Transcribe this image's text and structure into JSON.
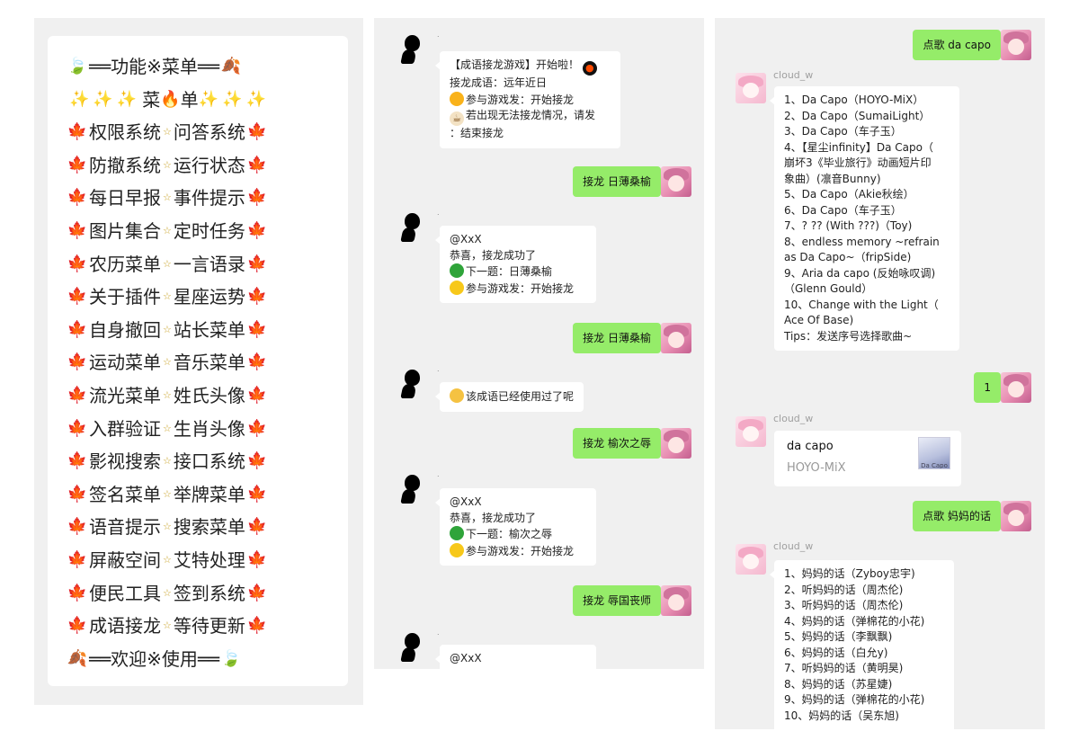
{
  "menu": {
    "header": "══功能※菜单══",
    "subheader": "菜",
    "subheader2": "单",
    "footer": "══欢迎※使用══",
    "rows": [
      {
        "a": "权限系统",
        "b": "问答系统"
      },
      {
        "a": "防撤系统",
        "b": "运行状态"
      },
      {
        "a": "每日早报",
        "b": "事件提示"
      },
      {
        "a": "图片集合",
        "b": "定时任务"
      },
      {
        "a": "农历菜单",
        "b": "一言语录"
      },
      {
        "a": "关于插件",
        "b": "星座运势"
      },
      {
        "a": "自身撤回",
        "b": "站长菜单"
      },
      {
        "a": "运动菜单",
        "b": "音乐菜单"
      },
      {
        "a": "流光菜单",
        "b": "姓氏头像"
      },
      {
        "a": "入群验证",
        "b": "生肖头像"
      },
      {
        "a": "影视搜索",
        "b": "接口系统"
      },
      {
        "a": "签名菜单",
        "b": "举牌菜单"
      },
      {
        "a": "语音提示",
        "b": "搜索菜单"
      },
      {
        "a": "屏蔽空间",
        "b": "艾特处理"
      },
      {
        "a": "便民工具",
        "b": "签到系统"
      },
      {
        "a": "成语接龙",
        "b": "等待更新"
      }
    ],
    "separator": "☆",
    "leaf_icon": "maple-leaf-icon",
    "sparkle_icon": "sparkles-icon",
    "fire_icon": "fire-icon"
  },
  "chat2": {
    "game_start": {
      "title": "【成语接龙游戏】开始啦！",
      "line1": "接龙成语：远年近日",
      "line2": "参与游戏发：开始接龙",
      "line3": "若出现无法接龙情况，请发",
      "line4": "：结束接龙"
    },
    "my1": "接龙 日薄桑榆",
    "reply1": {
      "at": "@XxX",
      "l1": "恭喜，接龙成功了",
      "l2": "下一题：日薄桑榆",
      "l3": "参与游戏发：开始接龙"
    },
    "my2": "接龙 日薄桑榆",
    "reply2": "该成语已经使用过了呢",
    "my3": "接龙 榆次之辱",
    "reply3": {
      "at": "@XxX",
      "l1": "恭喜，接龙成功了",
      "l2": "下一题：榆次之辱",
      "l3": "参与游戏发：开始接龙"
    },
    "my4": "接龙 辱国丧师",
    "reply4": {
      "at": "@XxX"
    },
    "dot": "."
  },
  "chat3": {
    "nick": "cloud_w",
    "my1": "点歌 da capo",
    "list1": [
      "1、Da Capo（HOYO-MiX）",
      "2、Da Capo（SumaiLight）",
      "3、Da Capo（车子玉）",
      "4、【星尘infinity】Da Capo（",
      "崩坏3《毕业旅行》动画短片印",
      "象曲）(凛音Bunny)",
      "5、Da Capo（Akie秋绘）",
      "6、Da Capo（车子玉）",
      "7、? ?? (With ???)（Toy)",
      "8、endless memory ~refrain",
      "as Da Capo~（fripSide)",
      "9、Aria da capo (反始咏叹调)",
      "（Glenn Gould）",
      "10、Change with the Light（",
      "Ace Of Base)",
      "Tips：发送序号选择歌曲~"
    ],
    "my2": "1",
    "card": {
      "title": "da capo",
      "artist": "HOYO-MiX",
      "thumb_text": "Da Capo"
    },
    "my3": "点歌 妈妈的话",
    "list2": [
      "1、妈妈的话（Zyboy忠宇)",
      "2、听妈妈的话（周杰伦)",
      "3、听妈妈的话（周杰伦)",
      "4、妈妈的话（弹棉花的小花)",
      "5、妈妈的话（李飘飘)",
      "6、妈妈的话（白允y)",
      "7、听妈妈的话（黄明昊)",
      "8、妈妈的话（苏星婕)",
      "9、妈妈的话（弹棉花的小花)",
      "10、妈妈的话（吴东旭)"
    ]
  }
}
